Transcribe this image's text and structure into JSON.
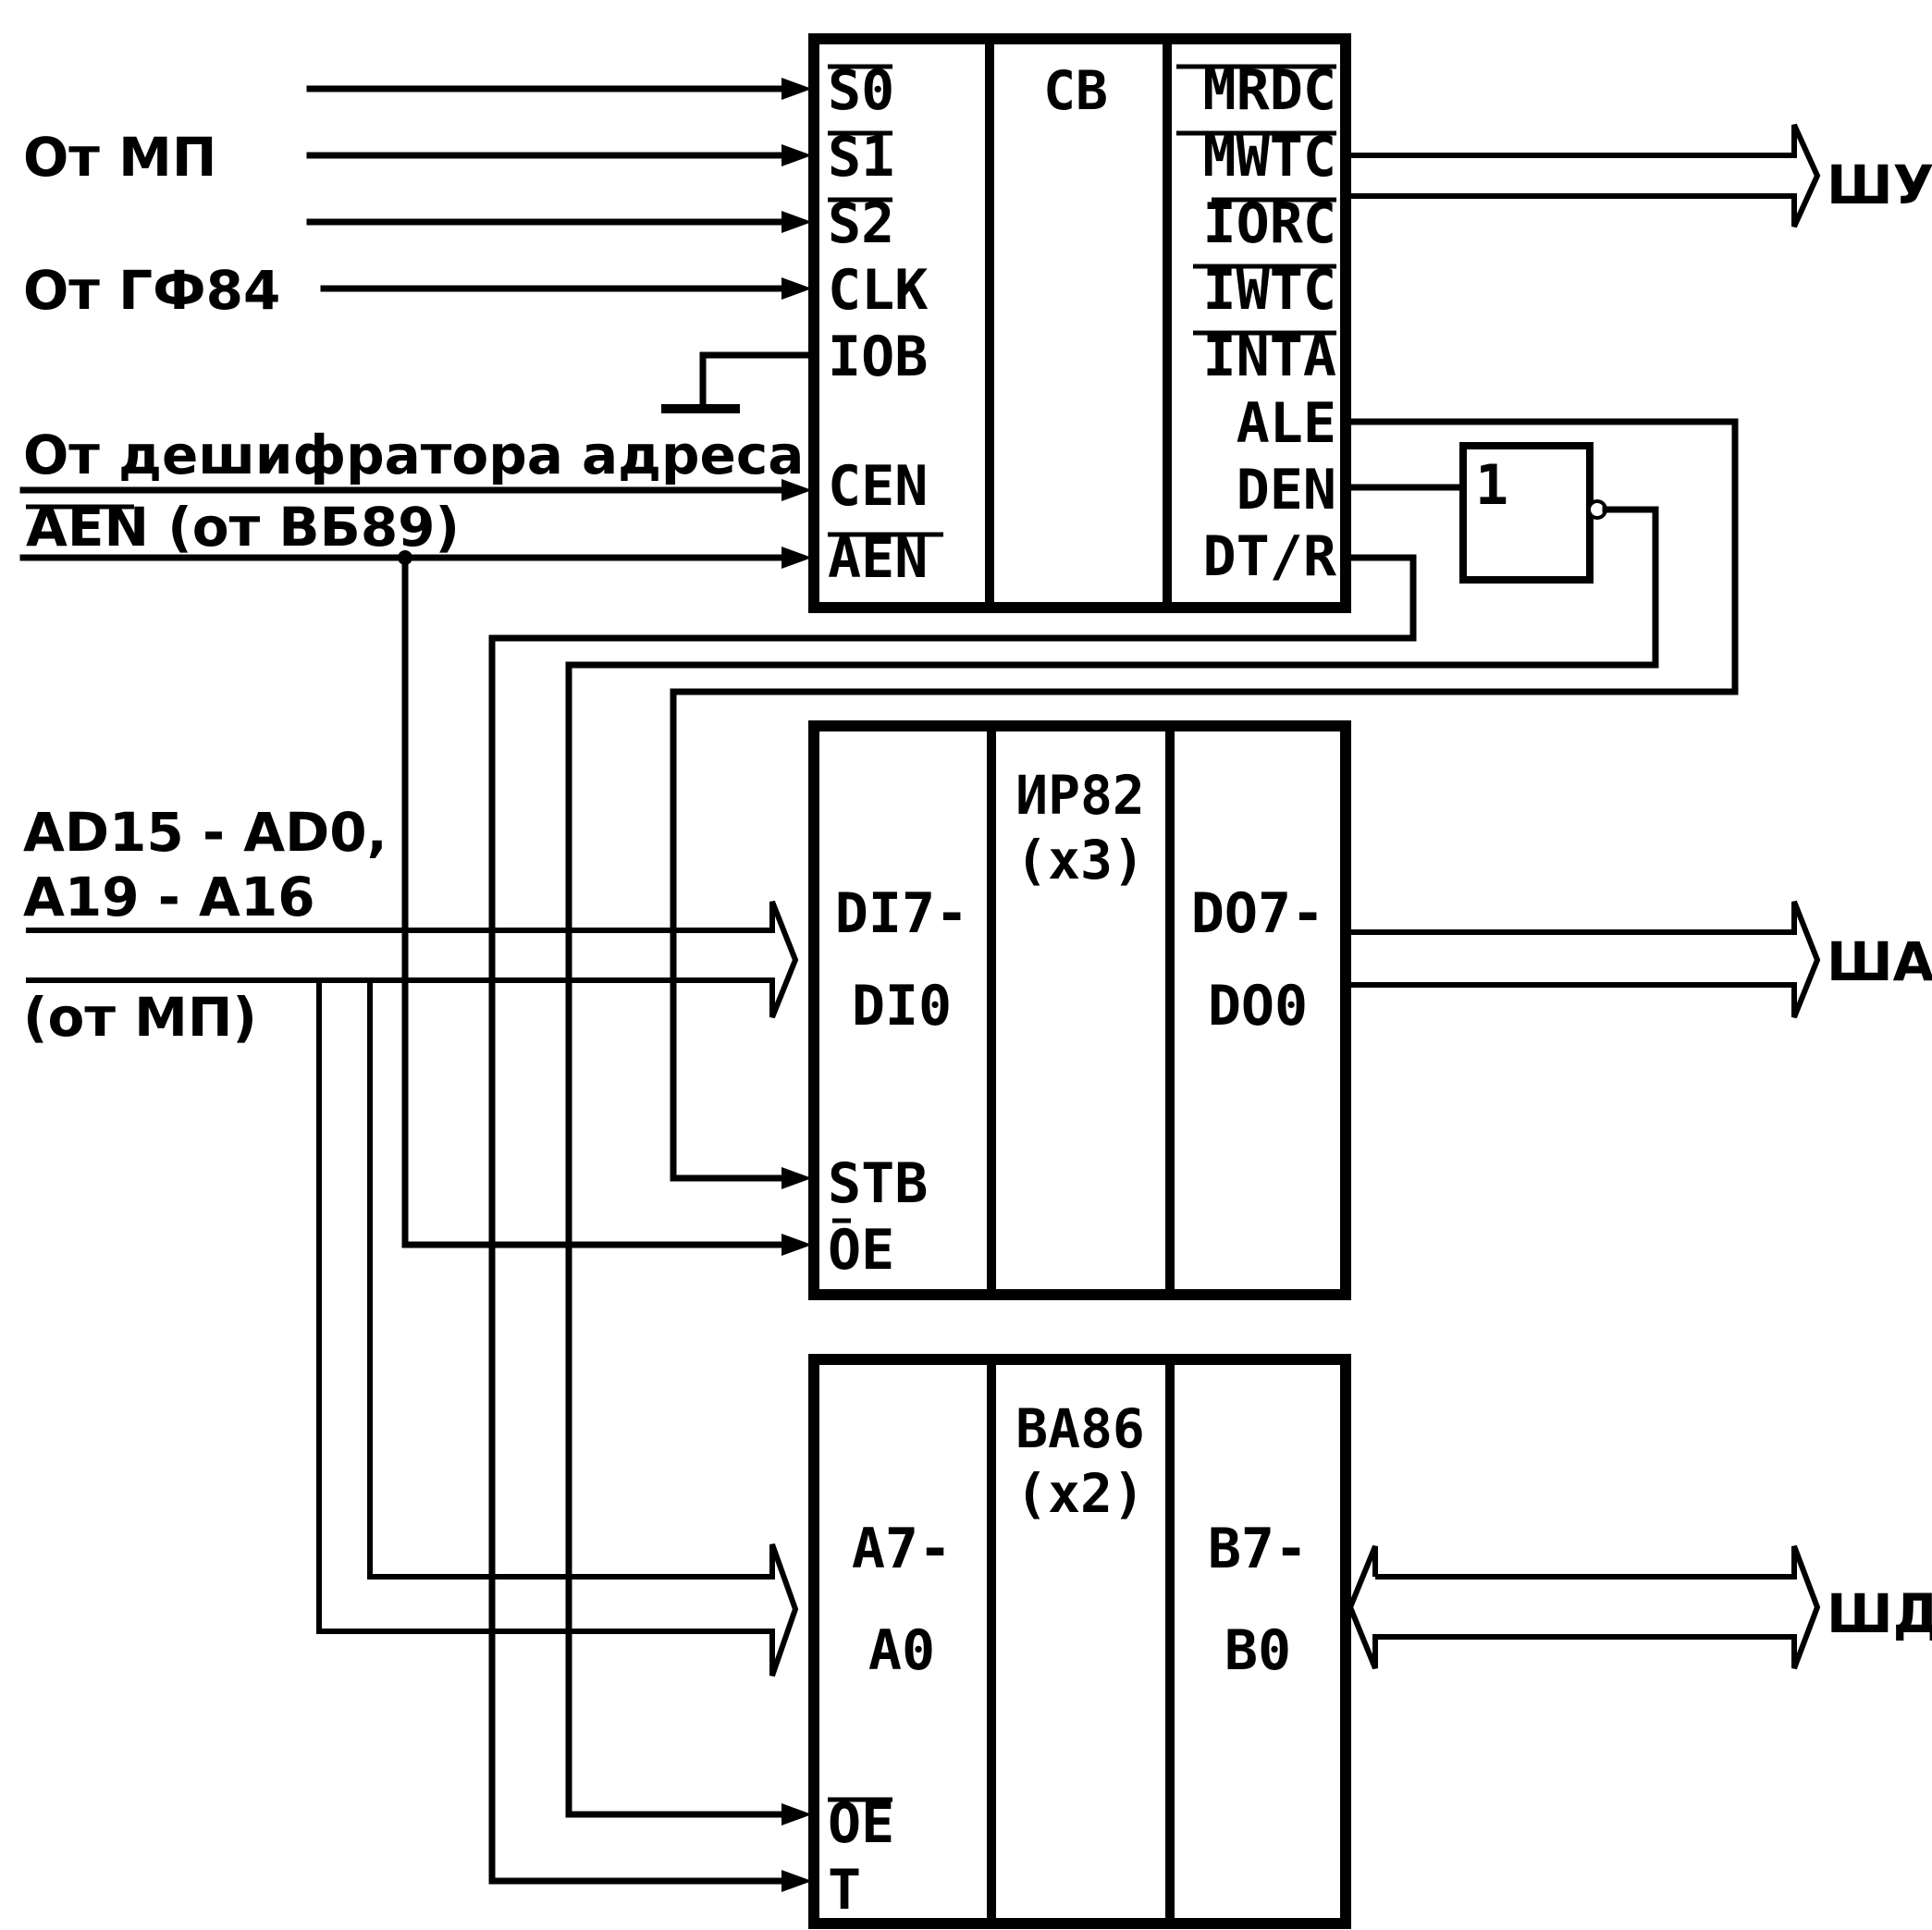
{
  "inputs": {
    "from_mp": "От МП",
    "from_gf84": "От ГФ84",
    "from_addr_decoder": "От дешифратора адреса",
    "aen_from_vb89": "AEN (от ВБ89)",
    "addr_bus_line1": "AD15 - AD0,",
    "addr_bus_line2": "A19 - A16",
    "addr_bus_line3": "(от МП)"
  },
  "chip_cb": {
    "title": "СВ",
    "left_pins": [
      "S0",
      "S1",
      "S2",
      "CLK",
      "IOB",
      "CEN",
      "AEN"
    ],
    "right_pins": [
      "MRDC",
      "MWTC",
      "IORC",
      "IWTC",
      "INTA",
      "ALE",
      "DEN",
      "DT/R"
    ]
  },
  "chip_ir82": {
    "title": "ИР82",
    "count": "(x3)",
    "in_label_1": "DI7-",
    "in_label_2": "DI0",
    "out_label_1": "DO7-",
    "out_label_2": "DO0",
    "pin_stb": "STB",
    "pin_oe": "OE"
  },
  "chip_va86": {
    "title": "ВА86",
    "count": "(x2)",
    "a_label_1": "A7-",
    "a_label_2": "A0",
    "b_label_1": "B7-",
    "b_label_2": "B0",
    "pin_oe": "OE",
    "pin_t": "T"
  },
  "inverter": {
    "label": "1"
  },
  "buses": {
    "control": "ШУ",
    "address": "ША",
    "data": "ШД"
  }
}
